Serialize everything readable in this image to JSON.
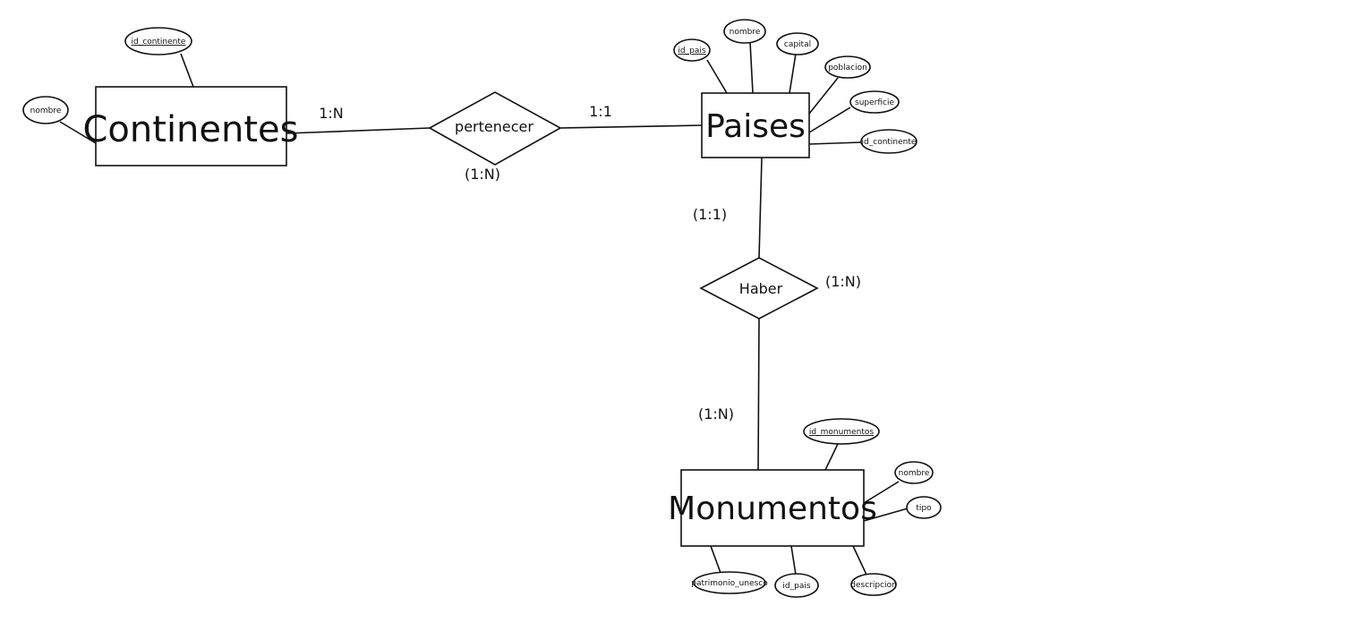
{
  "entities": {
    "continentes": {
      "label": "Continentes",
      "attributes": [
        {
          "label": "id_continente",
          "key": true
        },
        {
          "label": "nombre",
          "key": false
        }
      ]
    },
    "paises": {
      "label": "Paises",
      "attributes": [
        {
          "label": "id_pais",
          "key": true
        },
        {
          "label": "nombre",
          "key": false
        },
        {
          "label": "capital",
          "key": false
        },
        {
          "label": "poblacion",
          "key": false
        },
        {
          "label": "superficie",
          "key": false
        },
        {
          "label": "id_continente",
          "key": false
        }
      ]
    },
    "monumentos": {
      "label": "Monumentos",
      "attributes": [
        {
          "label": "id_monumentos",
          "key": true
        },
        {
          "label": "nombre",
          "key": false
        },
        {
          "label": "tipo",
          "key": false
        },
        {
          "label": "patrimonio_unesco",
          "key": false
        },
        {
          "label": "id_pais",
          "key": false
        },
        {
          "label": "descripcion",
          "key": false
        }
      ]
    }
  },
  "relationships": {
    "pertenecer": {
      "label": "pertenecer",
      "card_left": "1:N",
      "card_right": "1:1",
      "card_below": "(1:N)"
    },
    "haber": {
      "label": "Haber",
      "card_top": "(1:1)",
      "card_right": "(1:N)",
      "card_bottom": "(1:N)"
    }
  }
}
